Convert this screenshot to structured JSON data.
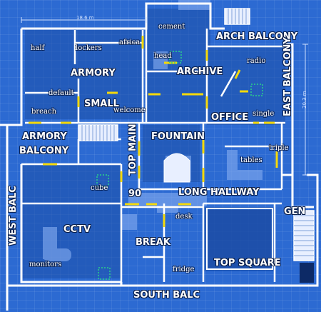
{
  "map": {
    "dimensions": {
      "width_label": "18.6 m",
      "height_label": "20.3 m"
    },
    "colors": {
      "background": "#2c6ad2",
      "wall": "#ffffff",
      "door": "#f5d90a",
      "floor_dark": "#1d4fa8",
      "floor_light": "#7fa8ee",
      "hatch": "#2bd28a"
    },
    "large_labels": [
      {
        "id": "arch-balcony",
        "text": "ARCH BALCONY"
      },
      {
        "id": "east-balcony",
        "text": "EAST BALCONY"
      },
      {
        "id": "armory",
        "text": "ARMORY"
      },
      {
        "id": "archive",
        "text": "ARCHIVE"
      },
      {
        "id": "small",
        "text": "SMALL"
      },
      {
        "id": "office",
        "text": "OFFICE"
      },
      {
        "id": "armory-balcony-1",
        "text": "ARMORY"
      },
      {
        "id": "armory-balcony-2",
        "text": "BALCONY"
      },
      {
        "id": "fountain",
        "text": "FOUNTAIN"
      },
      {
        "id": "top-main",
        "text": "TOP MAIN"
      },
      {
        "id": "west-balc",
        "text": "WEST BALC"
      },
      {
        "id": "ninety",
        "text": "90"
      },
      {
        "id": "long-hallway",
        "text": "LONG HALLWAY"
      },
      {
        "id": "gen",
        "text": "GEN"
      },
      {
        "id": "cctv",
        "text": "CCTV"
      },
      {
        "id": "break",
        "text": "BREAK"
      },
      {
        "id": "top-square",
        "text": "TOP SQUARE"
      },
      {
        "id": "south-balc",
        "text": "SOUTH BALC"
      }
    ],
    "small_labels": [
      {
        "id": "cement",
        "text": "cement"
      },
      {
        "id": "half",
        "text": "half"
      },
      {
        "id": "lockers",
        "text": "lockers"
      },
      {
        "id": "africa",
        "text": "africa"
      },
      {
        "id": "head",
        "text": "head"
      },
      {
        "id": "radio",
        "text": "radio"
      },
      {
        "id": "default",
        "text": "default"
      },
      {
        "id": "welcome",
        "text": "welcome"
      },
      {
        "id": "breach",
        "text": "breach"
      },
      {
        "id": "single",
        "text": "single"
      },
      {
        "id": "triple",
        "text": "triple"
      },
      {
        "id": "tables",
        "text": "tables"
      },
      {
        "id": "cube",
        "text": "cube"
      },
      {
        "id": "desk",
        "text": "desk"
      },
      {
        "id": "monitors",
        "text": "monitors"
      },
      {
        "id": "fridge",
        "text": "fridge"
      }
    ]
  }
}
